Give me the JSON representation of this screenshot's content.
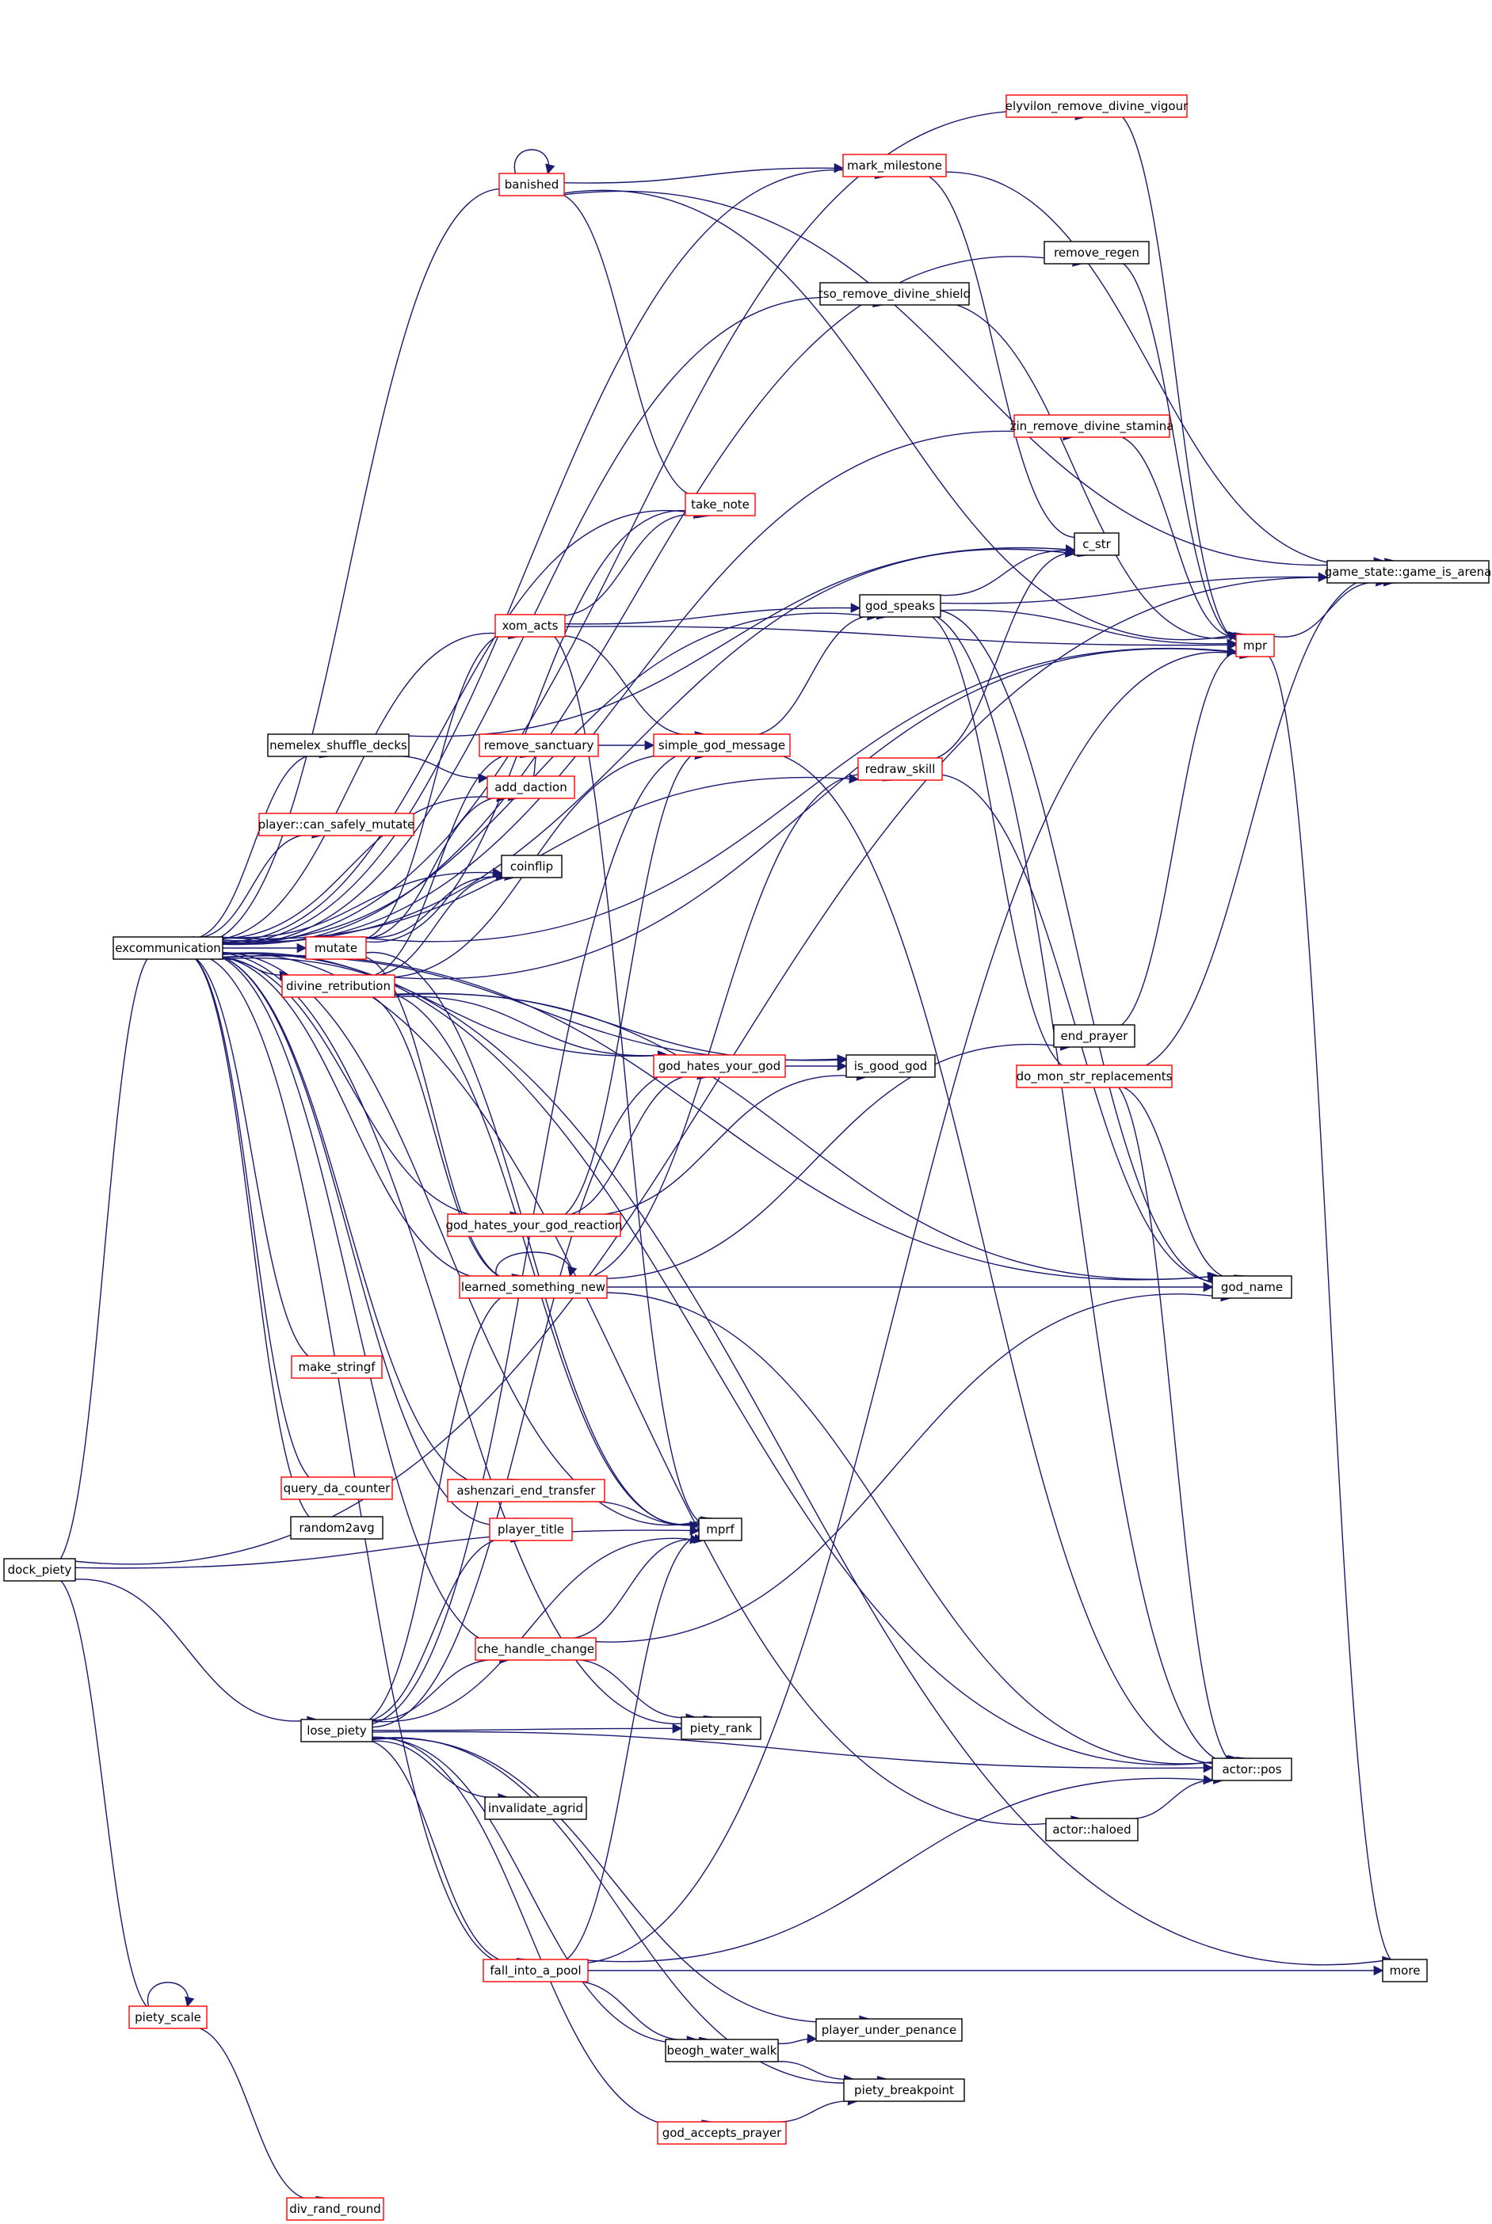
{
  "graph": {
    "root": "dock_piety",
    "colors": {
      "edge": "#191970",
      "node_border_default": "#000000",
      "node_border_truncated": "#ff0000",
      "root_fill": "#bfbfbf",
      "node_fill": "#ffffff"
    },
    "nodes": [
      {
        "id": "dock_piety",
        "label": "dock_piety",
        "truncated": false,
        "root": true
      },
      {
        "id": "excommunication",
        "label": "excommunication",
        "truncated": false
      },
      {
        "id": "lose_piety",
        "label": "lose_piety",
        "truncated": false
      },
      {
        "id": "piety_scale",
        "label": "piety_scale",
        "truncated": true
      },
      {
        "id": "div_rand_round",
        "label": "div_rand_round",
        "truncated": true
      },
      {
        "id": "banished",
        "label": "banished",
        "truncated": true
      },
      {
        "id": "nemelex_shuffle_decks",
        "label": "nemelex_shuffle_decks",
        "truncated": false
      },
      {
        "id": "player_can_safely_mutate",
        "label": "player::can_safely_mutate",
        "truncated": true
      },
      {
        "id": "mutate",
        "label": "mutate",
        "truncated": true
      },
      {
        "id": "divine_retribution",
        "label": "divine_retribution",
        "truncated": true
      },
      {
        "id": "make_stringf",
        "label": "make_stringf",
        "truncated": true
      },
      {
        "id": "query_da_counter",
        "label": "query_da_counter",
        "truncated": true
      },
      {
        "id": "random2avg",
        "label": "random2avg",
        "truncated": false
      },
      {
        "id": "mark_milestone",
        "label": "mark_milestone",
        "truncated": true
      },
      {
        "id": "elyvilon_remove_divine_vigour",
        "label": "elyvilon_remove_divine_vigour",
        "truncated": true
      },
      {
        "id": "remove_regen",
        "label": "remove_regen",
        "truncated": false
      },
      {
        "id": "tso_remove_divine_shield",
        "label": "tso_remove_divine_shield",
        "truncated": false
      },
      {
        "id": "zin_remove_divine_stamina",
        "label": "zin_remove_divine_stamina",
        "truncated": true
      },
      {
        "id": "take_note",
        "label": "take_note",
        "truncated": true
      },
      {
        "id": "xom_acts",
        "label": "xom_acts",
        "truncated": true
      },
      {
        "id": "god_speaks",
        "label": "god_speaks",
        "truncated": false
      },
      {
        "id": "c_str",
        "label": "c_str",
        "truncated": false
      },
      {
        "id": "game_is_arena",
        "label": "game_state::game_is_arena",
        "truncated": false
      },
      {
        "id": "mpr",
        "label": "mpr",
        "truncated": true
      },
      {
        "id": "remove_sanctuary",
        "label": "remove_sanctuary",
        "truncated": true
      },
      {
        "id": "simple_god_message",
        "label": "simple_god_message",
        "truncated": true
      },
      {
        "id": "redraw_skill",
        "label": "redraw_skill",
        "truncated": true
      },
      {
        "id": "add_daction",
        "label": "add_daction",
        "truncated": true
      },
      {
        "id": "coinflip",
        "label": "coinflip",
        "truncated": false
      },
      {
        "id": "god_hates_your_god",
        "label": "god_hates_your_god",
        "truncated": true
      },
      {
        "id": "is_good_god",
        "label": "is_good_god",
        "truncated": false
      },
      {
        "id": "end_prayer",
        "label": "end_prayer",
        "truncated": false
      },
      {
        "id": "do_mon_str_replacements",
        "label": "do_mon_str_replacements",
        "truncated": true
      },
      {
        "id": "god_hates_your_god_reaction",
        "label": "god_hates_your_god_reaction",
        "truncated": true
      },
      {
        "id": "learned_something_new",
        "label": "learned_something_new",
        "truncated": true
      },
      {
        "id": "god_name",
        "label": "god_name",
        "truncated": false
      },
      {
        "id": "ashenzari_end_transfer",
        "label": "ashenzari_end_transfer",
        "truncated": true
      },
      {
        "id": "mprf",
        "label": "mprf",
        "truncated": false
      },
      {
        "id": "player_title",
        "label": "player_title",
        "truncated": true
      },
      {
        "id": "che_handle_change",
        "label": "che_handle_change",
        "truncated": true
      },
      {
        "id": "piety_rank",
        "label": "piety_rank",
        "truncated": false
      },
      {
        "id": "actor_pos",
        "label": "actor::pos",
        "truncated": false
      },
      {
        "id": "invalidate_agrid",
        "label": "invalidate_agrid",
        "truncated": false
      },
      {
        "id": "actor_haloed",
        "label": "actor::haloed",
        "truncated": false
      },
      {
        "id": "fall_into_a_pool",
        "label": "fall_into_a_pool",
        "truncated": true
      },
      {
        "id": "more",
        "label": "more",
        "truncated": false
      },
      {
        "id": "player_under_penance",
        "label": "player_under_penance",
        "truncated": false
      },
      {
        "id": "beogh_water_walk",
        "label": "beogh_water_walk",
        "truncated": false
      },
      {
        "id": "piety_breakpoint",
        "label": "piety_breakpoint",
        "truncated": false
      },
      {
        "id": "god_accepts_prayer",
        "label": "god_accepts_prayer",
        "truncated": true
      }
    ],
    "edges": [
      [
        "dock_piety",
        "excommunication"
      ],
      [
        "dock_piety",
        "lose_piety"
      ],
      [
        "dock_piety",
        "piety_scale"
      ],
      [
        "dock_piety",
        "mprf"
      ],
      [
        "dock_piety",
        "game_is_arena"
      ],
      [
        "piety_scale",
        "piety_scale"
      ],
      [
        "piety_scale",
        "div_rand_round"
      ],
      [
        "excommunication",
        "banished"
      ],
      [
        "excommunication",
        "nemelex_shuffle_decks"
      ],
      [
        "excommunication",
        "player_can_safely_mutate"
      ],
      [
        "excommunication",
        "mutate"
      ],
      [
        "excommunication",
        "divine_retribution"
      ],
      [
        "excommunication",
        "make_stringf"
      ],
      [
        "excommunication",
        "query_da_counter"
      ],
      [
        "excommunication",
        "random2avg"
      ],
      [
        "excommunication",
        "mark_milestone"
      ],
      [
        "excommunication",
        "elyvilon_remove_divine_vigour"
      ],
      [
        "excommunication",
        "remove_regen"
      ],
      [
        "excommunication",
        "tso_remove_divine_shield"
      ],
      [
        "excommunication",
        "zin_remove_divine_stamina"
      ],
      [
        "excommunication",
        "take_note"
      ],
      [
        "excommunication",
        "xom_acts"
      ],
      [
        "excommunication",
        "god_speaks"
      ],
      [
        "excommunication",
        "c_str"
      ],
      [
        "excommunication",
        "redraw_skill"
      ],
      [
        "excommunication",
        "add_daction"
      ],
      [
        "excommunication",
        "coinflip"
      ],
      [
        "excommunication",
        "god_hates_your_god"
      ],
      [
        "excommunication",
        "is_good_god"
      ],
      [
        "excommunication",
        "god_hates_your_god_reaction"
      ],
      [
        "excommunication",
        "learned_something_new"
      ],
      [
        "excommunication",
        "god_name"
      ],
      [
        "excommunication",
        "ashenzari_end_transfer"
      ],
      [
        "excommunication",
        "mprf"
      ],
      [
        "excommunication",
        "player_title"
      ],
      [
        "excommunication",
        "che_handle_change"
      ],
      [
        "excommunication",
        "piety_rank"
      ],
      [
        "excommunication",
        "actor_pos"
      ],
      [
        "excommunication",
        "actor_haloed"
      ],
      [
        "excommunication",
        "fall_into_a_pool"
      ],
      [
        "excommunication",
        "more"
      ],
      [
        "banished",
        "banished"
      ],
      [
        "banished",
        "mark_milestone"
      ],
      [
        "banished",
        "take_note"
      ],
      [
        "banished",
        "mpr"
      ],
      [
        "banished",
        "game_is_arena"
      ],
      [
        "mark_milestone",
        "c_str"
      ],
      [
        "mark_milestone",
        "game_is_arena"
      ],
      [
        "elyvilon_remove_divine_vigour",
        "mpr"
      ],
      [
        "remove_regen",
        "mpr"
      ],
      [
        "tso_remove_divine_shield",
        "mpr"
      ],
      [
        "zin_remove_divine_stamina",
        "mpr"
      ],
      [
        "xom_acts",
        "take_note"
      ],
      [
        "xom_acts",
        "god_speaks"
      ],
      [
        "xom_acts",
        "mpr"
      ],
      [
        "xom_acts",
        "simple_god_message"
      ],
      [
        "xom_acts",
        "mprf"
      ],
      [
        "god_speaks",
        "c_str"
      ],
      [
        "god_speaks",
        "game_is_arena"
      ],
      [
        "god_speaks",
        "mpr"
      ],
      [
        "god_speaks",
        "god_name"
      ],
      [
        "god_speaks",
        "do_mon_str_replacements"
      ],
      [
        "god_speaks",
        "actor_pos"
      ],
      [
        "mpr",
        "game_is_arena"
      ],
      [
        "mpr",
        "more"
      ],
      [
        "nemelex_shuffle_decks",
        "add_daction"
      ],
      [
        "nemelex_shuffle_decks",
        "c_str"
      ],
      [
        "remove_sanctuary",
        "simple_god_message"
      ],
      [
        "remove_sanctuary",
        "add_daction"
      ],
      [
        "simple_god_message",
        "god_speaks"
      ],
      [
        "simple_god_message",
        "actor_pos"
      ],
      [
        "redraw_skill",
        "c_str"
      ],
      [
        "redraw_skill",
        "god_name"
      ],
      [
        "mutate",
        "take_note"
      ],
      [
        "mutate",
        "xom_acts"
      ],
      [
        "mutate",
        "add_daction"
      ],
      [
        "mutate",
        "coinflip"
      ],
      [
        "mutate",
        "mpr"
      ],
      [
        "mutate",
        "learned_something_new"
      ],
      [
        "mutate",
        "mprf"
      ],
      [
        "divine_retribution",
        "remove_sanctuary"
      ],
      [
        "divine_retribution",
        "simple_god_message"
      ],
      [
        "divine_retribution",
        "coinflip"
      ],
      [
        "divine_retribution",
        "god_hates_your_god"
      ],
      [
        "divine_retribution",
        "is_good_god"
      ],
      [
        "divine_retribution",
        "mpr"
      ],
      [
        "divine_retribution",
        "learned_something_new"
      ],
      [
        "divine_retribution",
        "god_name"
      ],
      [
        "divine_retribution",
        "mprf"
      ],
      [
        "god_hates_your_god",
        "is_good_god"
      ],
      [
        "god_hates_your_god_reaction",
        "god_hates_your_god"
      ],
      [
        "god_hates_your_god_reaction",
        "is_good_god"
      ],
      [
        "god_hates_your_god_reaction",
        "simple_god_message"
      ],
      [
        "learned_something_new",
        "learned_something_new"
      ],
      [
        "learned_something_new",
        "god_name"
      ],
      [
        "learned_something_new",
        "end_prayer"
      ],
      [
        "learned_something_new",
        "actor_pos"
      ],
      [
        "learned_something_new",
        "redraw_skill"
      ],
      [
        "end_prayer",
        "mpr"
      ],
      [
        "do_mon_str_replacements",
        "god_name"
      ],
      [
        "do_mon_str_replacements",
        "actor_pos"
      ],
      [
        "do_mon_str_replacements",
        "game_is_arena"
      ],
      [
        "ashenzari_end_transfer",
        "mprf"
      ],
      [
        "che_handle_change",
        "mprf"
      ],
      [
        "che_handle_change",
        "piety_rank"
      ],
      [
        "che_handle_change",
        "god_name"
      ],
      [
        "actor_haloed",
        "actor_pos"
      ],
      [
        "lose_piety",
        "simple_god_message"
      ],
      [
        "lose_piety",
        "god_hates_your_god"
      ],
      [
        "lose_piety",
        "learned_something_new"
      ],
      [
        "lose_piety",
        "player_title"
      ],
      [
        "lose_piety",
        "mprf"
      ],
      [
        "lose_piety",
        "che_handle_change"
      ],
      [
        "lose_piety",
        "piety_rank"
      ],
      [
        "lose_piety",
        "invalidate_agrid"
      ],
      [
        "lose_piety",
        "actor_pos"
      ],
      [
        "lose_piety",
        "fall_into_a_pool"
      ],
      [
        "lose_piety",
        "beogh_water_walk"
      ],
      [
        "lose_piety",
        "player_under_penance"
      ],
      [
        "lose_piety",
        "piety_breakpoint"
      ],
      [
        "lose_piety",
        "god_accepts_prayer"
      ],
      [
        "fall_into_a_pool",
        "mprf"
      ],
      [
        "fall_into_a_pool",
        "mpr"
      ],
      [
        "fall_into_a_pool",
        "more"
      ],
      [
        "fall_into_a_pool",
        "actor_pos"
      ],
      [
        "fall_into_a_pool",
        "beogh_water_walk"
      ],
      [
        "beogh_water_walk",
        "player_under_penance"
      ],
      [
        "beogh_water_walk",
        "piety_breakpoint"
      ],
      [
        "god_accepts_prayer",
        "piety_breakpoint"
      ]
    ]
  }
}
